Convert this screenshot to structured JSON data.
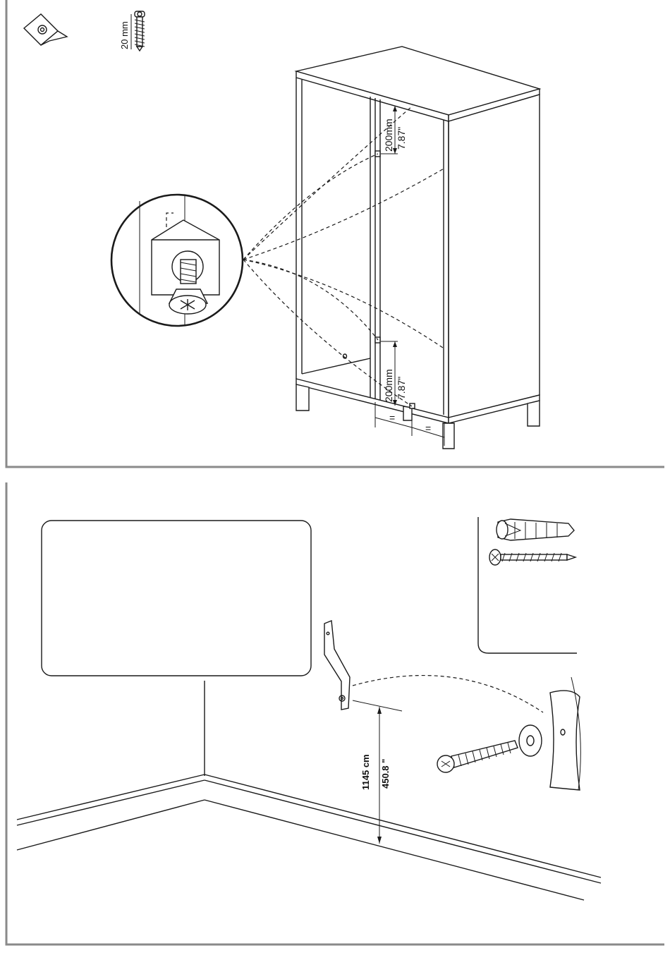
{
  "step_top": {
    "parts": {
      "bracket": {
        "icon": "corner-bracket-icon"
      },
      "screw": {
        "icon": "wood-screw-icon",
        "length_label": "20 mm"
      }
    },
    "dimensions": {
      "upper_mm": "200mm",
      "upper_in": "7.87\"",
      "lower_mm": "200mm",
      "lower_in": "7.87\"",
      "equal_left": "=",
      "equal_right": "="
    }
  },
  "step_bottom": {
    "hardware": {
      "dowel": {
        "icon": "wall-plug-icon"
      },
      "screw": {
        "icon": "wall-screw-icon"
      }
    },
    "height": {
      "cm": "1145 cm",
      "in": "450.8 \""
    }
  },
  "colors": {
    "line": "#1a1a1a",
    "frame": "#8a8a8a",
    "background": "#ffffff"
  }
}
